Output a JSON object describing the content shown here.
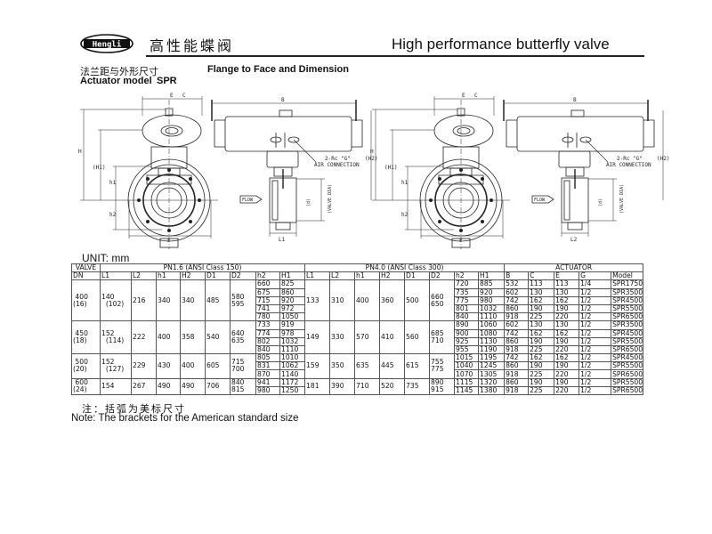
{
  "header": {
    "logo_text": "Hengli",
    "title_cn": "高性能蝶阀",
    "title_en": "High performance butterfly valve"
  },
  "subtitle": {
    "cn": "法兰距与外形尺寸",
    "en": "Flange to Face and Dimension",
    "actuator_label": "Actuator model",
    "actuator_model": "SPR"
  },
  "drawing": {
    "dim_E": "E",
    "dim_C": "C",
    "dim_B": "B",
    "dim_F": "F",
    "dim_H": "H",
    "dim_H1": "(H1)",
    "dim_h1": "h1",
    "dim_h2": "h2",
    "dim_H2": "(H2)",
    "dim_L1": "L1",
    "dim_L2": "L2",
    "air_port": "2-Rc \"G\"",
    "air_connection": "AIR CONNECTION",
    "flow": "FLOW",
    "valve_dia": "(VALVE DIA)",
    "d_label": "(d)"
  },
  "unit": "UNIT:  mm",
  "table": {
    "valve_header": "VALVE",
    "dn_header": "DN",
    "pn16_header": "PN1.6  (ANSI Class 150)",
    "pn40_header": "PN4.0  (ANSI Class 300)",
    "actuator_header": "ACTUATOR",
    "columns_pn": [
      "L1",
      "L2",
      "h1",
      "H2",
      "D1",
      "D2",
      "h2",
      "H1"
    ],
    "columns_act": [
      "B",
      "C",
      "E",
      "G",
      "Model"
    ],
    "rows": [
      {
        "dn": "400",
        "dn_in": "(16)",
        "pn16": {
          "L1": "140",
          "L1_in": "(102)",
          "L2": "216",
          "h1": "340",
          "H2": "340",
          "D1": "485",
          "D2": [
            "580",
            "595"
          ]
        },
        "pn40": {
          "L1": "133",
          "L2": "310",
          "h1": "400",
          "H2": "360",
          "D1": "500",
          "D2": [
            "660",
            "650"
          ]
        },
        "sub": [
          {
            "h2_16": "660",
            "H1_16": "825",
            "h2_40": "720",
            "H1_40": "885",
            "B": "532",
            "C": "113",
            "E": "113",
            "G": "1/4",
            "Model": "SPR1750"
          },
          {
            "h2_16": "675",
            "H1_16": "860",
            "h2_40": "735",
            "H1_40": "920",
            "B": "602",
            "C": "130",
            "E": "130",
            "G": "1/2",
            "Model": "SPR3500"
          },
          {
            "h2_16": "715",
            "H1_16": "920",
            "h2_40": "775",
            "H1_40": "980",
            "B": "742",
            "C": "162",
            "E": "162",
            "G": "1/2",
            "Model": "SPR4500"
          },
          {
            "h2_16": "741",
            "H1_16": "972",
            "h2_40": "801",
            "H1_40": "1032",
            "B": "860",
            "C": "190",
            "E": "190",
            "G": "1/2",
            "Model": "SPR5500"
          },
          {
            "h2_16": "780",
            "H1_16": "1050",
            "h2_40": "840",
            "H1_40": "1110",
            "B": "918",
            "C": "225",
            "E": "220",
            "G": "1/2",
            "Model": "SPR6500"
          }
        ]
      },
      {
        "dn": "450",
        "dn_in": "(18)",
        "pn16": {
          "L1": "152",
          "L1_in": "(114)",
          "L2": "222",
          "h1": "400",
          "H2": "358",
          "D1": "540",
          "D2": [
            "640",
            "635"
          ]
        },
        "pn40": {
          "L1": "149",
          "L2": "330",
          "h1": "570",
          "H2": "410",
          "D1": "560",
          "D2": [
            "685",
            "710"
          ]
        },
        "sub": [
          {
            "h2_16": "733",
            "H1_16": "919",
            "h2_40": "890",
            "H1_40": "1060",
            "B": "602",
            "C": "130",
            "E": "130",
            "G": "1/2",
            "Model": "SPR3500"
          },
          {
            "h2_16": "774",
            "H1_16": "978",
            "h2_40": "900",
            "H1_40": "1080",
            "B": "742",
            "C": "162",
            "E": "162",
            "G": "1/2",
            "Model": "SPR4500"
          },
          {
            "h2_16": "802",
            "H1_16": "1032",
            "h2_40": "925",
            "H1_40": "1130",
            "B": "860",
            "C": "190",
            "E": "190",
            "G": "1/2",
            "Model": "SPR5500"
          },
          {
            "h2_16": "840",
            "H1_16": "1110",
            "h2_40": "955",
            "H1_40": "1190",
            "B": "918",
            "C": "225",
            "E": "220",
            "G": "1/2",
            "Model": "SPR6500"
          }
        ]
      },
      {
        "dn": "500",
        "dn_in": "(20)",
        "pn16": {
          "L1": "152",
          "L1_in": "(127)",
          "L2": "229",
          "h1": "430",
          "H2": "400",
          "D1": "605",
          "D2": [
            "715",
            "700"
          ]
        },
        "pn40": {
          "L1": "159",
          "L2": "350",
          "h1": "635",
          "H2": "445",
          "D1": "615",
          "D2": [
            "755",
            "775"
          ]
        },
        "sub": [
          {
            "h2_16": "805",
            "H1_16": "1010",
            "h2_40": "1015",
            "H1_40": "1195",
            "B": "742",
            "C": "162",
            "E": "162",
            "G": "1/2",
            "Model": "SPR4500"
          },
          {
            "h2_16": "831",
            "H1_16": "1062",
            "h2_40": "1040",
            "H1_40": "1245",
            "B": "860",
            "C": "190",
            "E": "190",
            "G": "1/2",
            "Model": "SPR5500"
          },
          {
            "h2_16": "870",
            "H1_16": "1140",
            "h2_40": "1070",
            "H1_40": "1305",
            "B": "918",
            "C": "225",
            "E": "220",
            "G": "1/2",
            "Model": "SPR6500"
          }
        ]
      },
      {
        "dn": "600",
        "dn_in": "(24)",
        "pn16": {
          "L1": "154",
          "L1_in": "",
          "L2": "267",
          "h1": "490",
          "H2": "490",
          "D1": "706",
          "D2": [
            "840",
            "815"
          ]
        },
        "pn40": {
          "L1": "181",
          "L2": "390",
          "h1": "710",
          "H2": "520",
          "D1": "735",
          "D2": [
            "890",
            "915"
          ]
        },
        "sub": [
          {
            "h2_16": "941",
            "H1_16": "1172",
            "h2_40": "1115",
            "H1_40": "1320",
            "B": "860",
            "C": "190",
            "E": "190",
            "G": "1/2",
            "Model": "SPR5500"
          },
          {
            "h2_16": "980",
            "H1_16": "1250",
            "h2_40": "1145",
            "H1_40": "1380",
            "B": "918",
            "C": "225",
            "E": "220",
            "G": "1/2",
            "Model": "SPR6500"
          }
        ]
      }
    ]
  },
  "note": {
    "cn": "注：括弧为美标尺寸",
    "en": "Note: The brackets for the American standard size"
  }
}
